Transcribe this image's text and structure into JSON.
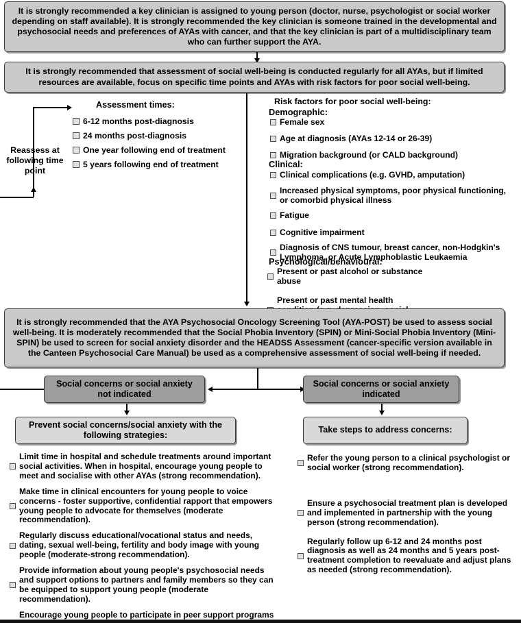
{
  "boxes": {
    "key_clinician": "It is strongly recommended a key clinician is assigned to young person (doctor, nurse, psychologist or social worker depending on staff available). It is strongly recommended the key clinician is someone trained in the developmental and psychosocial needs and preferences of AYAs with cancer, and that the key clinician is part of a multidisciplinary team who can further support the AYA.",
    "assessment_regularity": "It is strongly recommended that assessment of social well-being is conducted regularly for all AYAs, but if limited resources are available, focus on specific time points and AYAs with risk factors for poor social well-being.",
    "aya_post": "It is strongly recommended that the AYA Psychosocial Oncology Screening Tool (AYA-POST) be used to assess social well-being. It is moderately recommended that the Social Phobia Inventory (SPIN) or Mini-Social Phobia Inventory (Mini-SPIN) be used to screen for social anxiety disorder and the HEADSS Assessment (cancer-specific version available in the Canteen Psychosocial Care Manual) be used as a comprehensive assessment of social well-being if needed.",
    "not_indicated": "Social concerns or social anxiety not indicated",
    "indicated": "Social concerns or social anxiety indicated",
    "prevent": "Prevent social concerns/social anxiety with the following strategies:",
    "take_steps": "Take steps to address concerns:"
  },
  "reassess_label": "Reassess at following time point",
  "assessment_times": {
    "heading": "Assessment times:",
    "items": [
      "6-12 months post-diagnosis",
      "24 months post-diagnosis",
      "One year following end of treatment",
      "5 years following end of treatment"
    ]
  },
  "risk_factors": {
    "heading": "Risk factors for poor social well-being:",
    "groups": [
      {
        "label": "Demographic:",
        "items": [
          "Female sex",
          "Age at diagnosis (AYAs 12-14 or 26-39)",
          "Migration background (or CALD background)"
        ]
      },
      {
        "label": "Clinical:",
        "items": [
          "Clinical complications (e.g. GVHD, amputation)",
          "Increased physical symptoms, poor physical functioning, or comorbid physical illness",
          "Fatigue",
          "Cognitive impairment",
          "Diagnosis of CNS tumour, breast cancer, non-Hodgkin's Lymphoma, or Acute Lymphoblastic Leukaemia"
        ]
      },
      {
        "label": "Psychological/behavioural:",
        "items": [
          "Present or past alcohol or substance abuse",
          "Present or past mental health condition (e.g. depression, social anxiety)"
        ]
      }
    ]
  },
  "prevention_strategies": [
    "Limit time in hospital and schedule treatments around important social activities. When in hospital, encourage young people to meet and socialise with other AYAs (strong recommendation).",
    "Make time in clinical encounters for young people to voice concerns - foster supportive, confidential rapport that empowers young people to advocate for themselves (moderate recommendation).",
    "Regularly discuss educational/vocational status and needs, dating, sexual well-being, fertility and body image with young people (moderate-strong recommendation).",
    "Provide information about young people's psychosocial needs and support options to partners and family members so they can be equipped to support young people (moderate recommendation).",
    "Encourage young people to participate in peer support programs"
  ],
  "address_steps": [
    "Refer the young person to a clinical psychologist or social worker (strong recommendation).",
    "Ensure a psychosocial treatment plan is developed and implemented in partnership with the young person (strong recommendation).",
    "Regularly follow up 6-12 and 24 months post diagnosis as well as 24 months and 5 years post-treatment completion to reevaluate and adjust plans as needed (strong recommendation)."
  ],
  "colors": {
    "box_fill": "#c9c9c9",
    "box_fill_light": "#d9d9d9",
    "box_fill_dark": "#9e9e9e",
    "border": "#3a3a3a",
    "line": "#000000"
  }
}
